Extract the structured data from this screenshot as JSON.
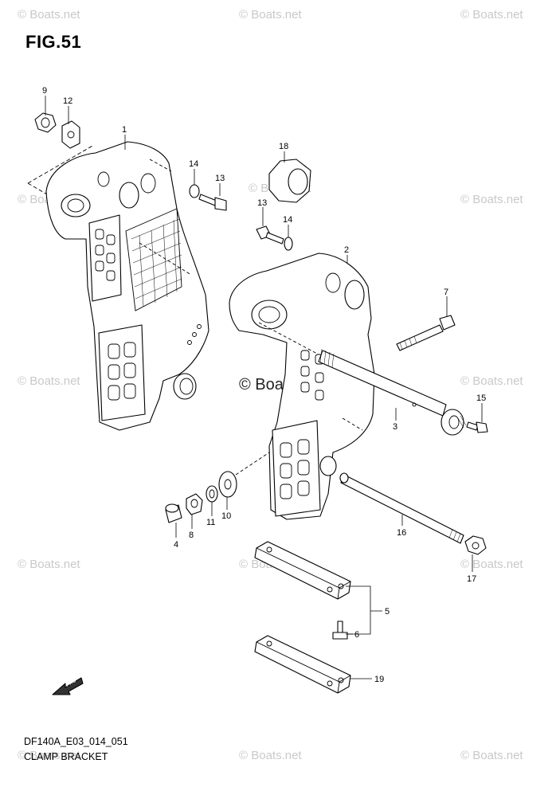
{
  "figure": {
    "title": "FIG.51",
    "code": "DF140A_E03_014_051",
    "name": "CLAMP BRACKET",
    "fwd_label": "FWD"
  },
  "watermark": {
    "text": "© Boats.net",
    "center_text": "© Boats.net"
  },
  "callouts": [
    {
      "id": "c9",
      "label": "9"
    },
    {
      "id": "c12",
      "label": "12"
    },
    {
      "id": "c1",
      "label": "1"
    },
    {
      "id": "c14a",
      "label": "14"
    },
    {
      "id": "c13a",
      "label": "13"
    },
    {
      "id": "c18",
      "label": "18"
    },
    {
      "id": "c13b",
      "label": "13"
    },
    {
      "id": "c14b",
      "label": "14"
    },
    {
      "id": "c2",
      "label": "2"
    },
    {
      "id": "c7",
      "label": "7"
    },
    {
      "id": "c15",
      "label": "15"
    },
    {
      "id": "c3",
      "label": "3"
    },
    {
      "id": "c16",
      "label": "16"
    },
    {
      "id": "c17",
      "label": "17"
    },
    {
      "id": "c4",
      "label": "4"
    },
    {
      "id": "c8",
      "label": "8"
    },
    {
      "id": "c11",
      "label": "11"
    },
    {
      "id": "c10",
      "label": "10"
    },
    {
      "id": "c5",
      "label": "5"
    },
    {
      "id": "c6",
      "label": "6"
    },
    {
      "id": "c19",
      "label": "19"
    }
  ]
}
